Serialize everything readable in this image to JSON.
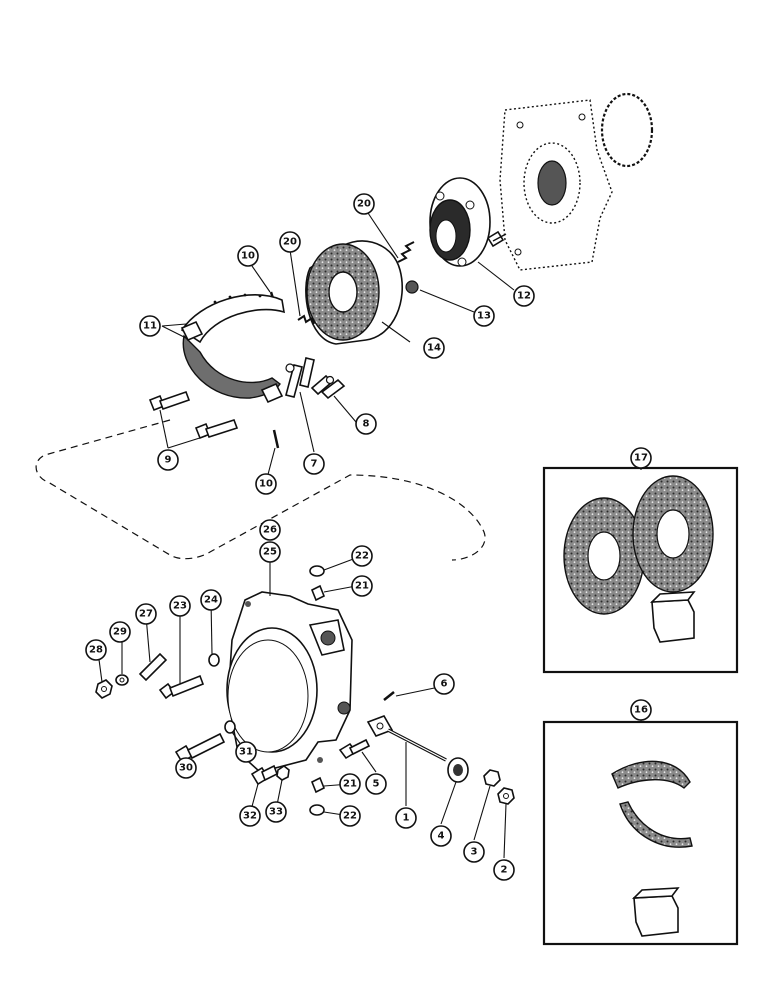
{
  "diagram": {
    "callouts": [
      {
        "id": "c1",
        "label": "1"
      },
      {
        "id": "c2",
        "label": "2"
      },
      {
        "id": "c3",
        "label": "3"
      },
      {
        "id": "c4",
        "label": "4"
      },
      {
        "id": "c5",
        "label": "5"
      },
      {
        "id": "c6",
        "label": "6"
      },
      {
        "id": "c7",
        "label": "7"
      },
      {
        "id": "c8",
        "label": "8"
      },
      {
        "id": "c9",
        "label": "9"
      },
      {
        "id": "c10a",
        "label": "10"
      },
      {
        "id": "c10b",
        "label": "10"
      },
      {
        "id": "c11",
        "label": "11"
      },
      {
        "id": "c12",
        "label": "12"
      },
      {
        "id": "c13",
        "label": "13"
      },
      {
        "id": "c14",
        "label": "14"
      },
      {
        "id": "c16",
        "label": "16"
      },
      {
        "id": "c17",
        "label": "17"
      },
      {
        "id": "c20a",
        "label": "20"
      },
      {
        "id": "c20b",
        "label": "20"
      },
      {
        "id": "c21a",
        "label": "21"
      },
      {
        "id": "c21b",
        "label": "21"
      },
      {
        "id": "c22a",
        "label": "22"
      },
      {
        "id": "c22b",
        "label": "22"
      },
      {
        "id": "c23",
        "label": "23"
      },
      {
        "id": "c24",
        "label": "24"
      },
      {
        "id": "c25",
        "label": "25"
      },
      {
        "id": "c26",
        "label": "26"
      },
      {
        "id": "c27",
        "label": "27"
      },
      {
        "id": "c28",
        "label": "28"
      },
      {
        "id": "c29",
        "label": "29"
      },
      {
        "id": "c30",
        "label": "30"
      },
      {
        "id": "c31",
        "label": "31"
      },
      {
        "id": "c32",
        "label": "32"
      },
      {
        "id": "c33",
        "label": "33"
      }
    ],
    "kit_labels": {
      "kit17": "",
      "kit16": ""
    }
  }
}
